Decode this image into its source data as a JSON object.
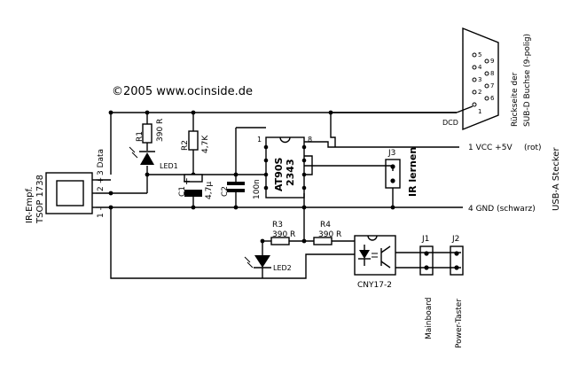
{
  "copyright": "©2005 www.ocinside.de",
  "sensor": {
    "line1": "IR-Empf.",
    "line2": "TSOP 1738",
    "pin3": "3 Data",
    "pin2": "2 +",
    "pin1": "1 -"
  },
  "r1": {
    "name": "R1",
    "value": "390 R"
  },
  "r2": {
    "name": "R2",
    "value": "4,7K"
  },
  "led1": "LED1",
  "c1": {
    "name": "C1",
    "plus": "+",
    "value": "4,7µ"
  },
  "c2": {
    "name": "C2",
    "value": "100n"
  },
  "ic": {
    "pin1": "1",
    "pin8": "8",
    "part": "AT90S",
    "number": "2343"
  },
  "j3": {
    "name": "J3",
    "label": "IR lernen"
  },
  "dcd": "DCD",
  "subd": {
    "title1": "Rückseite der",
    "title2": "SUB-D Buchse (9-polig)",
    "pins": [
      "5",
      "4",
      "3",
      "2",
      "1",
      "9",
      "8",
      "7",
      "6"
    ]
  },
  "vcc": {
    "text": "1 VCC +5V",
    "color": "(rot)"
  },
  "gnd": {
    "text": "4 GND (schwarz)"
  },
  "usb": "USB-A Stecker",
  "r3": {
    "name": "R3",
    "value": "390 R"
  },
  "r4": {
    "name": "R4",
    "value": "390 R"
  },
  "led2": "LED2",
  "opto": "CNY17-2",
  "j1": {
    "name": "J1",
    "label": "Mainboard"
  },
  "j2": {
    "name": "J2",
    "label": "Power-Taster"
  }
}
